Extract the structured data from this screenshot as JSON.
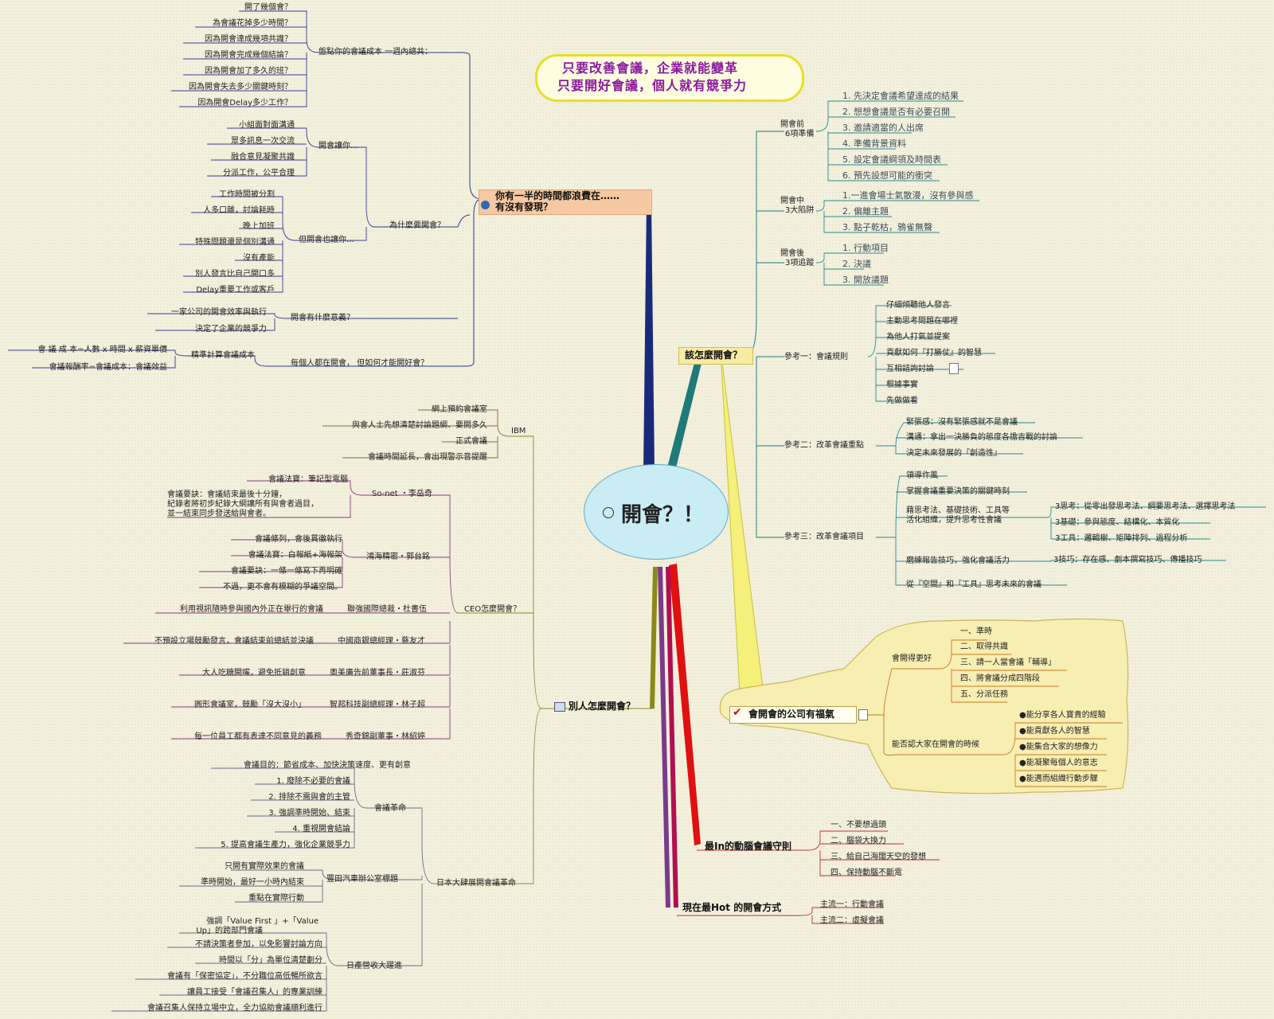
{
  "banner": {
    "line1": "只要改善會議，企業就能變革",
    "line2": "只要開好會議，個人就有競爭力"
  },
  "center": {
    "title": "開會？！"
  },
  "left_top": {
    "title_line1": "你有一半的時間都浪費在……",
    "title_line2": "有沒有發現？",
    "count_cost": {
      "label": "盤點你的會議成本 一週內總共：",
      "items": [
        "開了幾個會？",
        "為會議花掉多少時間？",
        "因為開會達成幾項共識？",
        "因為開會完成幾個結論？",
        "因為開會加了多久的班？",
        "因為開會失去多少關鍵時刻？",
        "因為開會Delay多少工作？"
      ]
    },
    "why": {
      "label": "為什麼要開會？",
      "good_label": "開會讓你…",
      "good_items": [
        "小組面對面溝通",
        "眾多訊息一次交流",
        "融合意見凝聚共識",
        "分派工作，公平合理"
      ],
      "bad_label": "但開會也讓你…",
      "bad_items": [
        "工作時間被分割",
        "人多口雜，討論耗時",
        "晚上加班",
        "特殊問題還是個別溝通",
        "沒有產能",
        "別人發言比自己開口多",
        "Delay重要工作或客戶"
      ]
    },
    "meaning": {
      "label": "開會有什麼意義？",
      "items": [
        "一家公司的開會效率與執行",
        "決定了企業的競爭力"
      ]
    },
    "everyone": {
      "label": "每個人都在開會， 但如何才能開好會？",
      "sub_label": "精準計算會議成本",
      "items": [
        "會 議 成 本=人數 x 時間 x 薪資單價",
        "會議報酬率=會議成本：會議效益"
      ]
    }
  },
  "right_top": {
    "title": "該怎麼開會？",
    "before": {
      "label_line1": "開會前",
      "label_line2": "6項準備",
      "items": [
        "1. 先決定會議希望達成的結果",
        "2. 想想會議是否有必要召開",
        "3. 邀請適當的人出席",
        "4. 準備背景資料",
        "5. 設定會議綱領及時間表",
        "6. 預先設想可能的衝突"
      ]
    },
    "during": {
      "label_line1": "開會中",
      "label_line2": "3大陷阱",
      "items": [
        "1.一進會場士氣散漫，沒有參與感",
        "2. 偏離主題",
        "3. 點子乾枯，鴉雀無聲"
      ]
    },
    "after": {
      "label_line1": "開會後",
      "label_line2": "3項追蹤",
      "items": [
        "1. 行動項目",
        "2. 決議",
        "3. 開放議題"
      ]
    },
    "ref1": {
      "label": "參考一：會議規則",
      "items": [
        "仔細傾聽他人發言",
        "主動思考問題在哪裡",
        "為他人打氣並提案",
        "貢獻如何『打勝仗』的智慧",
        "互相詰詢討論",
        "根據事實",
        "先做做看"
      ]
    },
    "ref2": {
      "label": "參考二：改革會議重點",
      "items": [
        "緊張感：沒有緊張感就不是會議",
        "溝通：拿出一決勝負的態度各擔吉戰的討論",
        "決定未來發展的『創造性』"
      ]
    },
    "ref3": {
      "label": "參考三：改革會議項目",
      "items": [
        "領導作風",
        "掌握會議重要決策的關鍵時刻"
      ],
      "think_line1": "藉思考法、基礎技術、工具等",
      "think_line2": "活化組織，提升思考性會議",
      "think_items": [
        "3思考：從零出發思考法、綱要思考法、選擇思考法",
        "3基礎：參與態度、結構化、本質化",
        "3工具：邏輯樹、矩陣排列、過程分析"
      ],
      "skill": "磨練報告技巧，強化會議活力",
      "skill_item": "3技巧：存在感、劇本撰寫技巧、傳播技巧",
      "last": "從『空間』和『工具』思考未來的會議"
    }
  },
  "right_mid": {
    "title": "會開會的公司有福氣",
    "better": {
      "label": "會開得更好",
      "items": [
        "一、準時",
        "二、取得共識",
        "三、請一人當會議「輔導」",
        "四、將會議分成四階段",
        "五、分派任務"
      ]
    },
    "enjoy": {
      "label": "能否認大家在開會的時候",
      "items": [
        "●能分享各人寶貴的經驗",
        "●能貢獻各人的智慧",
        "●能集合大家的想像力",
        "●能凝聚每個人的意志",
        "●能邁而組織行動步驟"
      ]
    }
  },
  "brainstorm": {
    "title": "最In的動腦會議守則",
    "items": [
      "一、不要想過頭",
      "二、腦袋大換力",
      "三、給自己海闊天空的發想",
      "四、保持動腦不斷電"
    ]
  },
  "hot": {
    "title": "現在最Hot 的開會方式",
    "items": [
      "主流一：行動會議",
      "主流二：虛擬會議"
    ]
  },
  "others": {
    "title": "別人怎麼開會？",
    "ibm": {
      "label": "IBM",
      "items": [
        "網上預約會議室",
        "與會人士先想清楚討論題綱、要開多久",
        "正式會議",
        "會議時間延長，會出現警示音提醒"
      ]
    },
    "ceo": {
      "label": "CEO怎麼開會？",
      "sonet": {
        "label": "So-net ・李岳奇",
        "item1": "會議法寶：筆記型電腦",
        "item2": "會議要訣：會議結束最後十分鐘，\n紀錄者將初步紀錄大綱讓所有與會者過目，\n並一結束同步發送給與會者。"
      },
      "foxconn": {
        "label": "鴻海精密・郭台銘",
        "items": [
          "會議條列，會後貫徹執行",
          "會議法寶：白報紙+海報架",
          "會議要訣：一條一條寫下再明確",
          "不過，更不會有模糊的爭議空間。"
        ]
      },
      "others": [
        {
          "label": "聯強國際總裁・杜書伍",
          "item": "利用視訊隨時參與國內外正在舉行的會議"
        },
        {
          "label": "中國商銀總經理・蔡友才",
          "item": "不預設立場鼓勵發言，會議結束前總結並決議"
        },
        {
          "label": "奧美廣告前董事長・莊淑芬",
          "item": "大人吃糖開嘴，避免抵銷創意"
        },
        {
          "label": "智邦科技副總經理・林子超",
          "item": "圓形會議室，鼓勵「沒大沒小」"
        },
        {
          "label": "秀奇錦副董事・林紹婷",
          "item": "每一位員工都有表達不同意見的義務"
        }
      ]
    },
    "japan": {
      "label": "日本大肆展開會議革命",
      "revolution": {
        "label": "會議革命",
        "purpose": "會議目的：節省成本、加快決策速度、更有創意",
        "items": [
          "1. 廢除不必要的會議",
          "2. 排除不需與會的主管",
          "3. 強調準時開始、結束",
          "4. 重視開會結論",
          "5. 提高會議生產力，強化企業競爭力"
        ]
      },
      "toyota": {
        "label": "豐田汽車辦公室標題",
        "items": [
          "只開有實際效果的會議",
          "準時開始，最好一小時內結束",
          "重點在實際行動"
        ]
      },
      "nissan": {
        "label": "日產營收大躍進",
        "first_line1": "強調「Value First 」+「Value",
        "first_line2": "Up」的跨部門會議",
        "items": [
          "不請決策者參加，以免影響討論方向",
          "時間以「分」為單位清楚劃分",
          "會議有「保密協定」，不分職位高低暢所欲言",
          "讓員工接受「會議召集人」的專業訓練",
          "會議召集人保持立場中立，全力協助會議順利進行"
        ]
      }
    }
  }
}
